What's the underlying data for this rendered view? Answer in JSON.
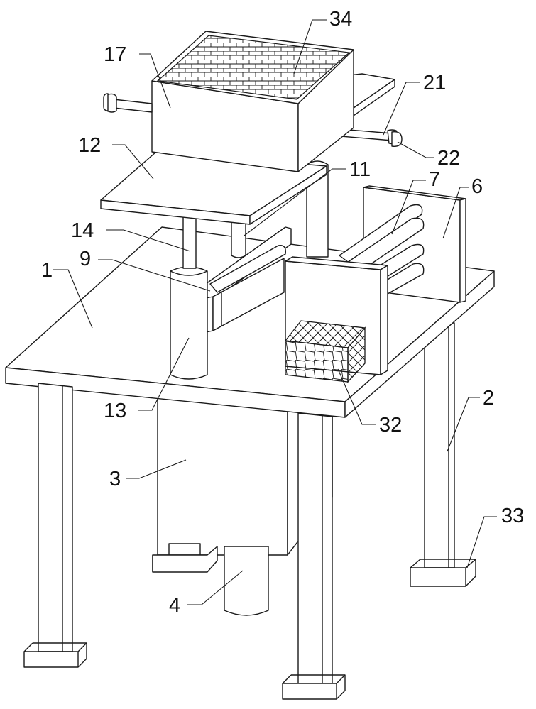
{
  "labels": {
    "l1": "1",
    "l2": "2",
    "l3": "3",
    "l4": "4",
    "l6": "6",
    "l7": "7",
    "l9": "9",
    "l11": "11",
    "l12": "12",
    "l13": "13",
    "l14": "14",
    "l17": "17",
    "l21": "21",
    "l22": "22",
    "l32": "32",
    "l33": "33",
    "l34": "34"
  }
}
